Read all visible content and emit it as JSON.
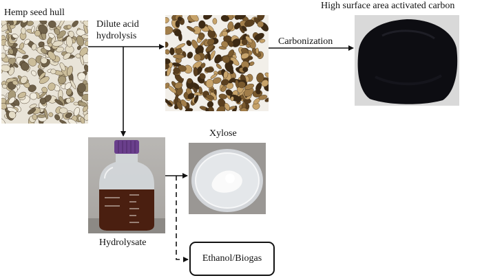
{
  "diagram": {
    "labels": {
      "hemp_seed_hull": "Hemp seed hull",
      "dilute_acid_line1": "Dilute acid",
      "dilute_acid_line2": "hydrolysis",
      "carbonization": "Carbonization",
      "activated_carbon": "High surface area activated carbon",
      "xylose": "Xylose",
      "hydrolysate": "Hydrolysate",
      "ethanol_biogas": "Ethanol/Biogas"
    },
    "images": {
      "raw_hulls": "photo of raw hemp seed hulls",
      "treated_hulls": "photo of acid-treated hemp seed hulls",
      "activated_carbon": "photo of black activated carbon powder",
      "bottle": "photo of glass bottle of dark hydrolysate",
      "xylose_dish": "photo of white xylose powder in petri dish"
    },
    "colors": {
      "raw_hull": "#cbbd9a",
      "treated_hull": "#7a5a2e",
      "carbon": "#0d0d12",
      "liquid": "#4a1f10",
      "cap": "#6a3f8c"
    }
  }
}
